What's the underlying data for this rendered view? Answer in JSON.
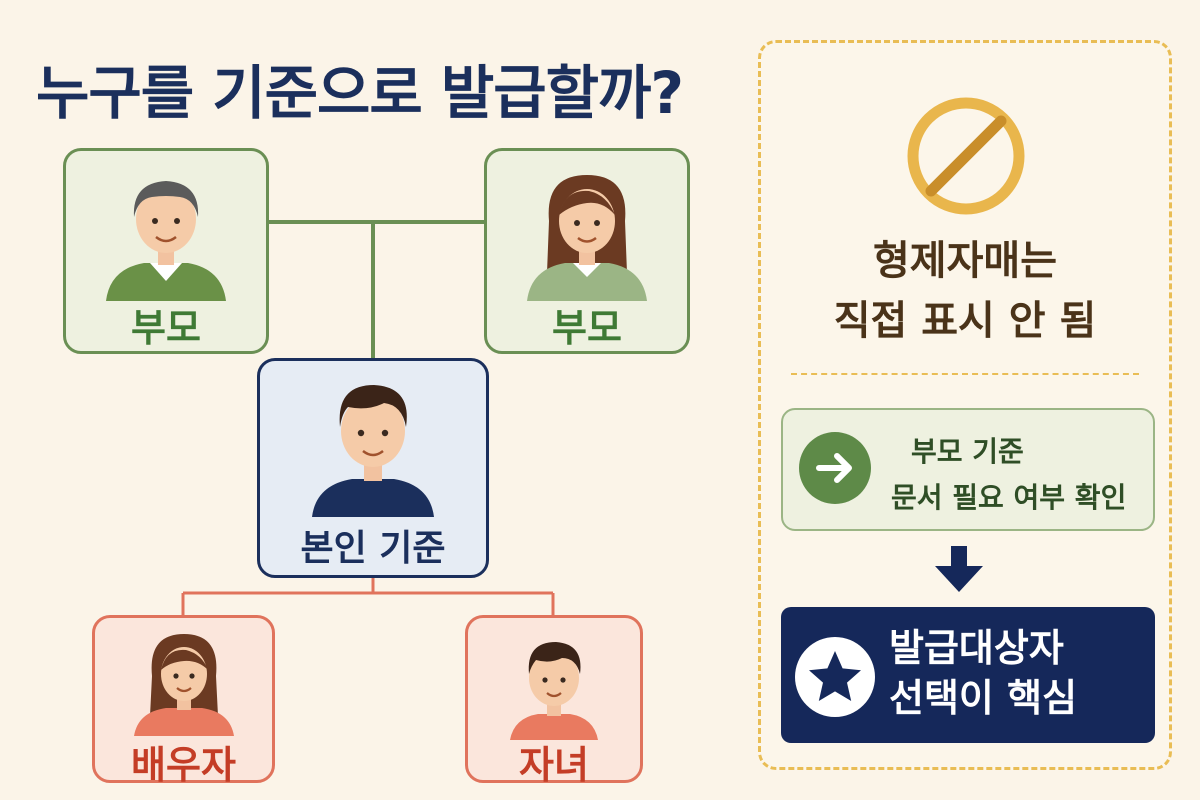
{
  "title": "누구를 기준으로 발급할까?",
  "family_tree": {
    "parent_left_label": "부모",
    "parent_right_label": "부모",
    "self_label": "본인 기준",
    "spouse_label": "배우자",
    "child_label": "자녀"
  },
  "side_panel": {
    "sibling_note_line1": "형제자매는",
    "sibling_note_line2": "직접 표시 안 됨",
    "parent_check_line1": "부모 기준",
    "parent_check_line2": "문서 필요 여부 확인",
    "key_line1": "발급대상자",
    "key_line2": "선택이 핵심"
  },
  "icons": {
    "ban": "ban-icon",
    "arrow_right": "arrow-right-icon",
    "arrow_down": "arrow-down-icon",
    "star": "star-icon"
  },
  "colors": {
    "title": "#1b2f5c",
    "parent": "#6a8f54",
    "self": "#1b2f5c",
    "child": "#e0735c",
    "panel_border": "#e9bd55",
    "key_box": "#15285a"
  }
}
